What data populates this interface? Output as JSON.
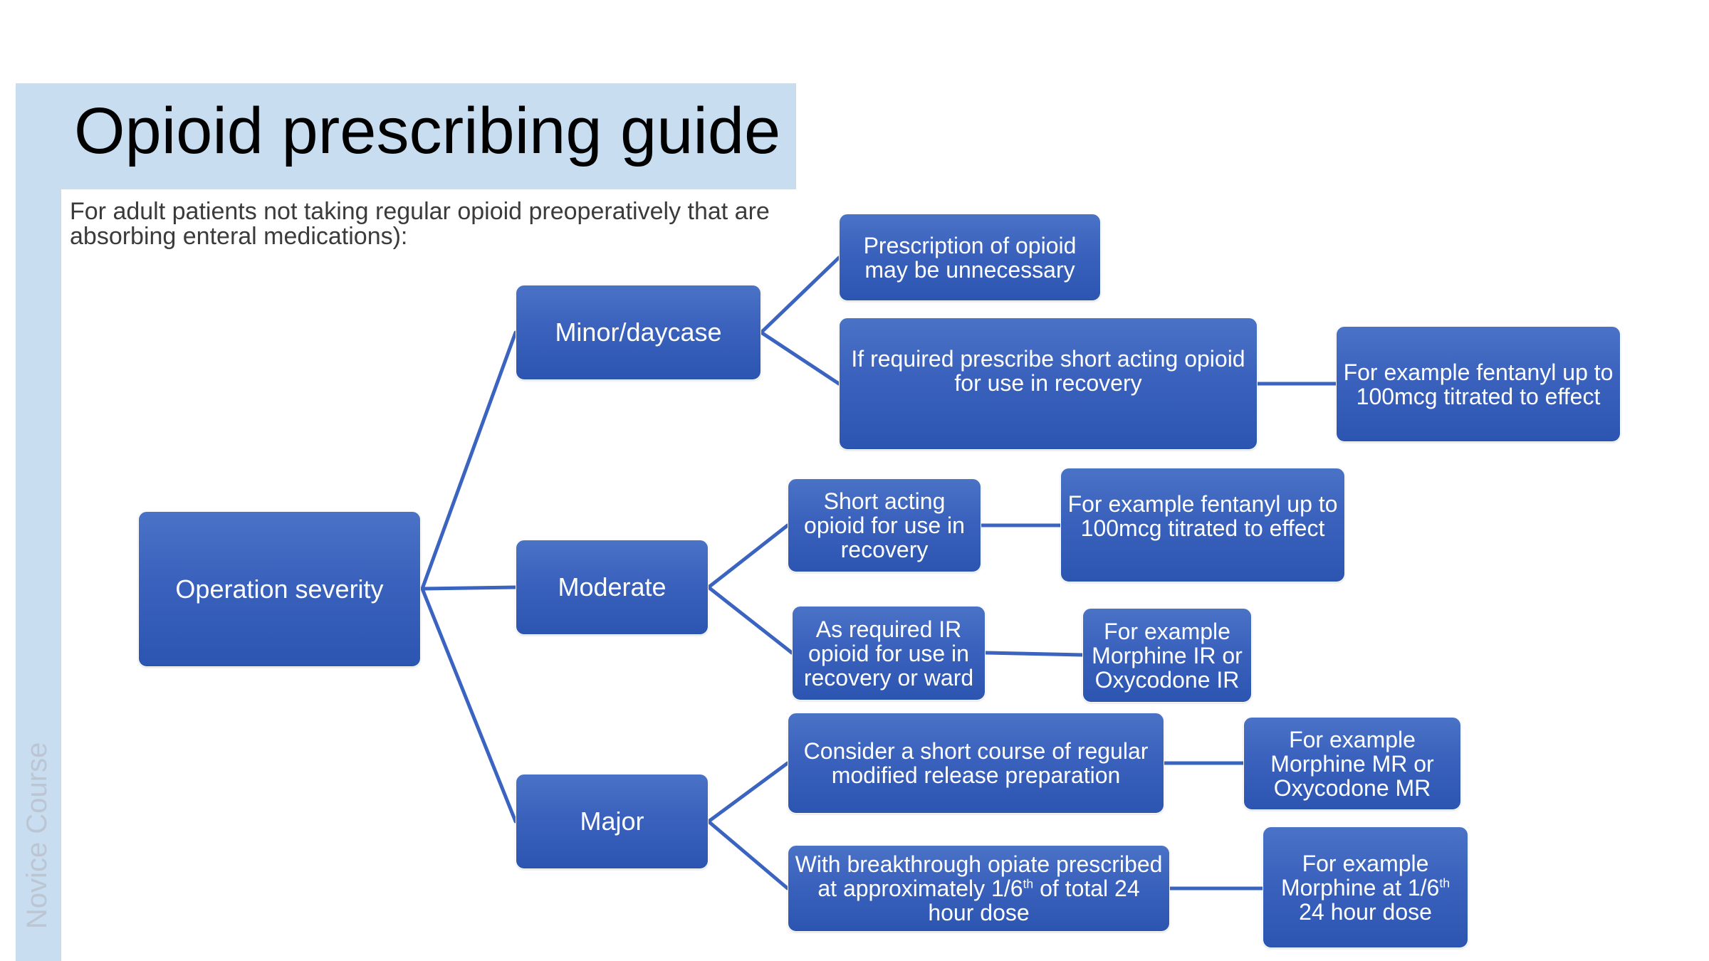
{
  "header": {
    "title": "Opioid prescribing guide",
    "subtitle": "For adult patients not taking regular opioid preoperatively that are absorbing enteral medications):",
    "side_label": "Novice Course"
  },
  "colors": {
    "node_fill_top": "#4a72c6",
    "node_fill_bottom": "#2c55b1",
    "connector": "#3b64c1",
    "band": "#c9ddf1"
  },
  "diagram": {
    "root": {
      "label": "Operation severity"
    },
    "severities": [
      {
        "label": "Minor/daycase",
        "actions": [
          {
            "label": "Prescription of opioid may be unnecessary",
            "example": null
          },
          {
            "label": "If required prescribe short acting opioid for use in recovery",
            "example": "For example fentanyl up to 100mcg titrated to effect"
          }
        ]
      },
      {
        "label": "Moderate",
        "actions": [
          {
            "label": "Short acting opioid for use in recovery",
            "example": "For example fentanyl up to 100mcg titrated to effect"
          },
          {
            "label": "As required IR opioid for use in recovery or ward",
            "example": "For example Morphine IR or Oxycodone IR"
          }
        ]
      },
      {
        "label": "Major",
        "actions": [
          {
            "label": "Consider a short course of regular modified release preparation",
            "example": "For example Morphine MR or Oxycodone MR"
          },
          {
            "label_parts": [
              "With breakthrough opiate prescribed at approximately  1/6",
              "th",
              " of total 24 hour dose"
            ],
            "example_parts": [
              "For example Morphine at 1/6",
              "th",
              " 24 hour dose"
            ]
          }
        ]
      }
    ]
  }
}
